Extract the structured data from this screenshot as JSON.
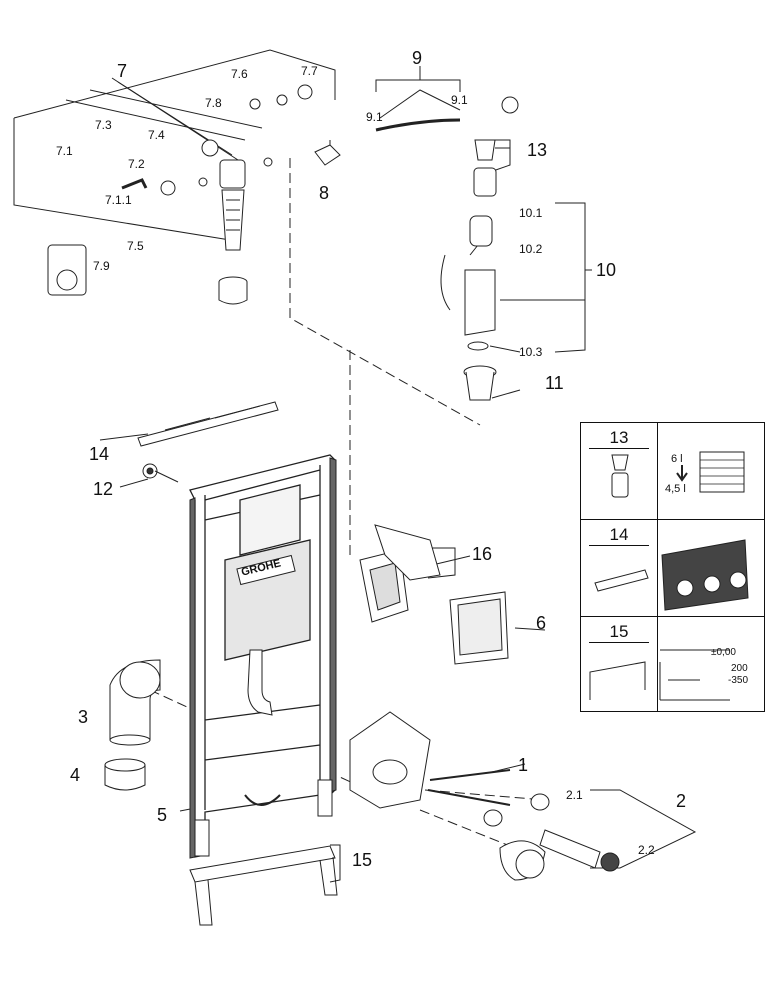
{
  "labels": {
    "l1": "1",
    "l2": "2",
    "l2_1": "2.1",
    "l2_2": "2.2",
    "l3": "3",
    "l4": "4",
    "l5": "5",
    "l6": "6",
    "l7": "7",
    "l7_1": "7.1",
    "l7_1_1": "7.1.1",
    "l7_2": "7.2",
    "l7_3": "7.3",
    "l7_4": "7.4",
    "l7_5": "7.5",
    "l7_6": "7.6",
    "l7_7": "7.7",
    "l7_8": "7.8",
    "l7_9": "7.9",
    "l8": "8",
    "l9": "9",
    "l9_1a": "9.1",
    "l9_1b": "9.1",
    "l10": "10",
    "l10_1": "10.1",
    "l10_2": "10.2",
    "l10_3": "10.3",
    "l11": "11",
    "l12": "12",
    "l13": "13",
    "l14": "14",
    "l15": "15",
    "l16": "16"
  },
  "brand": "GROHE",
  "detail_table": {
    "row13": {
      "label": "13",
      "val_top": "6 l",
      "val_bottom": "4,5 l"
    },
    "row14": {
      "label": "14"
    },
    "row15": {
      "label": "15",
      "val_zero": "±0,00",
      "val_200": "200",
      "val_350": "-350"
    }
  }
}
